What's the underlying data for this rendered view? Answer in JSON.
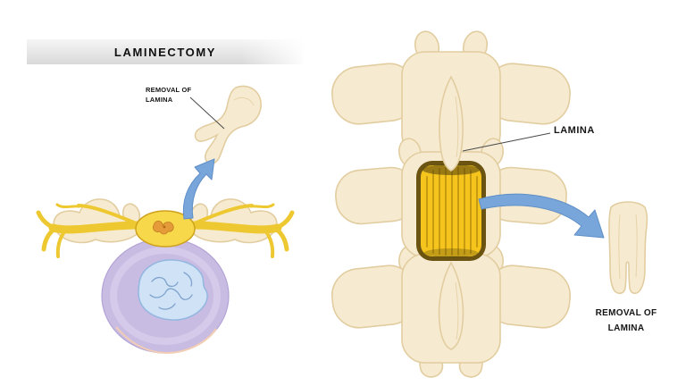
{
  "title": "LAMINECTOMY",
  "left_panel": {
    "callout": {
      "line1": "REMOVAL OF",
      "line2": "LAMINA"
    }
  },
  "right_panel": {
    "lamina_label": "LAMINA",
    "removal_callout": {
      "line1": "REMOVAL OF",
      "line2": "LAMINA"
    }
  },
  "colors": {
    "background": "#ffffff",
    "title_bar_from": "#f6f6f6",
    "title_bar_to": "#d9d9d9",
    "bone": "#f6ebd0",
    "bone_stroke": "#e2cda0",
    "nerve": "#eec830",
    "nerve_light": "#f6d84a",
    "nerve_dark": "#cfa21d",
    "cord_orange": "#e59b3a",
    "disc_outer": "#c9bce2",
    "disc_ring": "#d5cae9",
    "disc_stroke": "#b3a3d6",
    "disc_rim_peach": "#f2cdb4",
    "nucleus": "#cfe2f6",
    "nucleus_stroke": "#93b7e0",
    "squiggle": "#7fa3cd",
    "window_yellow": "#f5c41d",
    "window_rim": "#6b5412",
    "window_stria": "#c79b10",
    "arrow": "#78a6db",
    "arrow_stroke": "#5f8fc7",
    "pointer_line": "#4a4a4a"
  }
}
